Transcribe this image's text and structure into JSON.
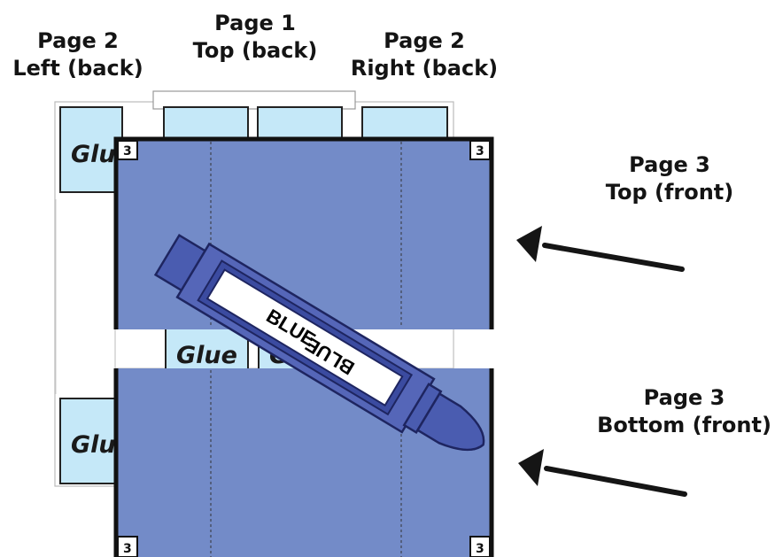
{
  "labels": {
    "page2_left": {
      "line1": "Page 2",
      "line2": "Left (back)"
    },
    "page1_top": {
      "line1": "Page 1",
      "line2": "Top (back)"
    },
    "page2_right": {
      "line1": "Page 2",
      "line2": "Right (back)"
    },
    "page3_top": {
      "line1": "Page 3",
      "line2": "Top (front)"
    },
    "page3_bottom": {
      "line1": "Page 3",
      "line2": "Bottom (front)"
    }
  },
  "glue_label": "Glue",
  "page_number": "3",
  "crayon": {
    "label_top": "BLUE",
    "label_bottom": "BLUE"
  },
  "colors": {
    "page_blue": "#738bc8",
    "tab_blue": "#c5e8f8",
    "crayon_blue": "#4a5cb0",
    "crayon_dark": "#2e3a86",
    "arrow": "#151515"
  }
}
